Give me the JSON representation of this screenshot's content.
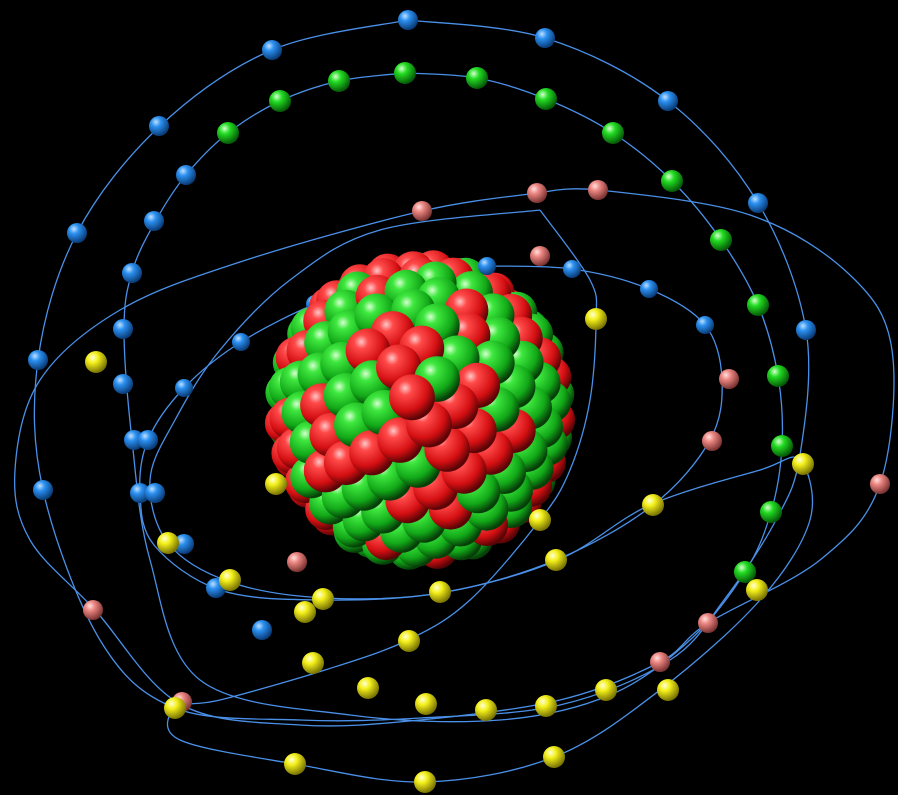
{
  "scene": {
    "subject": "atom-model",
    "background_color": "#000000",
    "orbit_color": "#4a90e8",
    "colors": {
      "proton": "#e4171b",
      "neutron": "#18c41e",
      "electron_blue": "#1f86ea",
      "electron_green": "#16d01c",
      "electron_pink": "#e87c78",
      "electron_yellow": "#f2ee14"
    },
    "nucleus": {
      "proton_color": "proton",
      "neutron_color": "neutron"
    },
    "electron_shells": [
      {
        "name": "outer-blue-shell",
        "color": "electron_blue"
      },
      {
        "name": "green-shell",
        "color": "electron_green"
      },
      {
        "name": "pink-shell",
        "color": "electron_pink"
      },
      {
        "name": "inner-blue-shell",
        "color": "electron_blue"
      },
      {
        "name": "yellow-shell",
        "color": "electron_yellow"
      }
    ]
  }
}
